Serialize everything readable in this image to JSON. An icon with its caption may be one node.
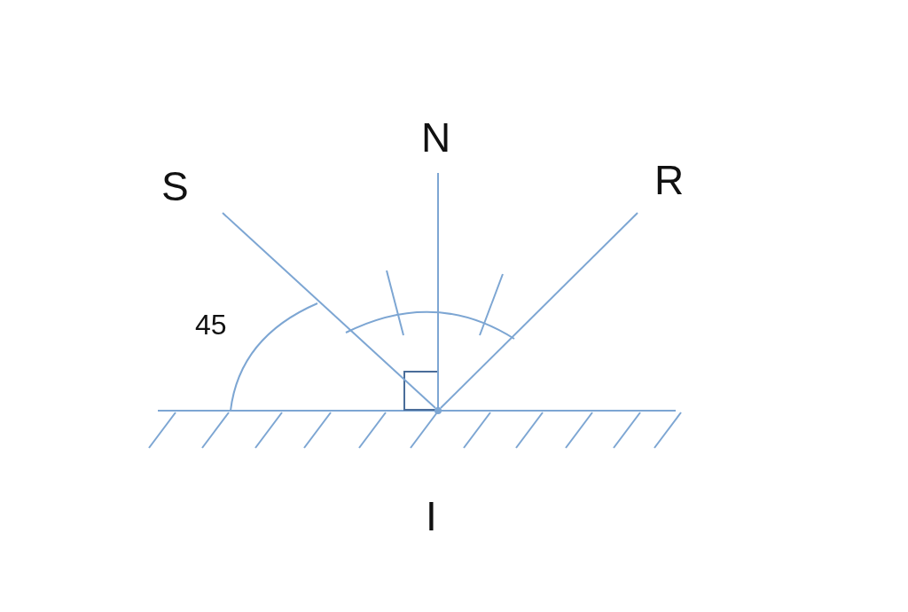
{
  "diagram": {
    "nodes": [
      {
        "text": [
          "S"
        ]
      },
      {
        "text": [
          "N"
        ]
      },
      {
        "text": [
          "R"
        ]
      },
      {
        "text": [],
        "shape": "point",
        "beside": [
          "I"
        ]
      }
    ],
    "edges": [
      {
        "from": 0,
        "to": 3,
        "arrow": "none"
      },
      {
        "from": 1,
        "to": 3,
        "arrow": "none"
      },
      {
        "from": 2,
        "to": 3,
        "arrow": "none"
      }
    ],
    "labels": [
      "45"
    ]
  }
}
